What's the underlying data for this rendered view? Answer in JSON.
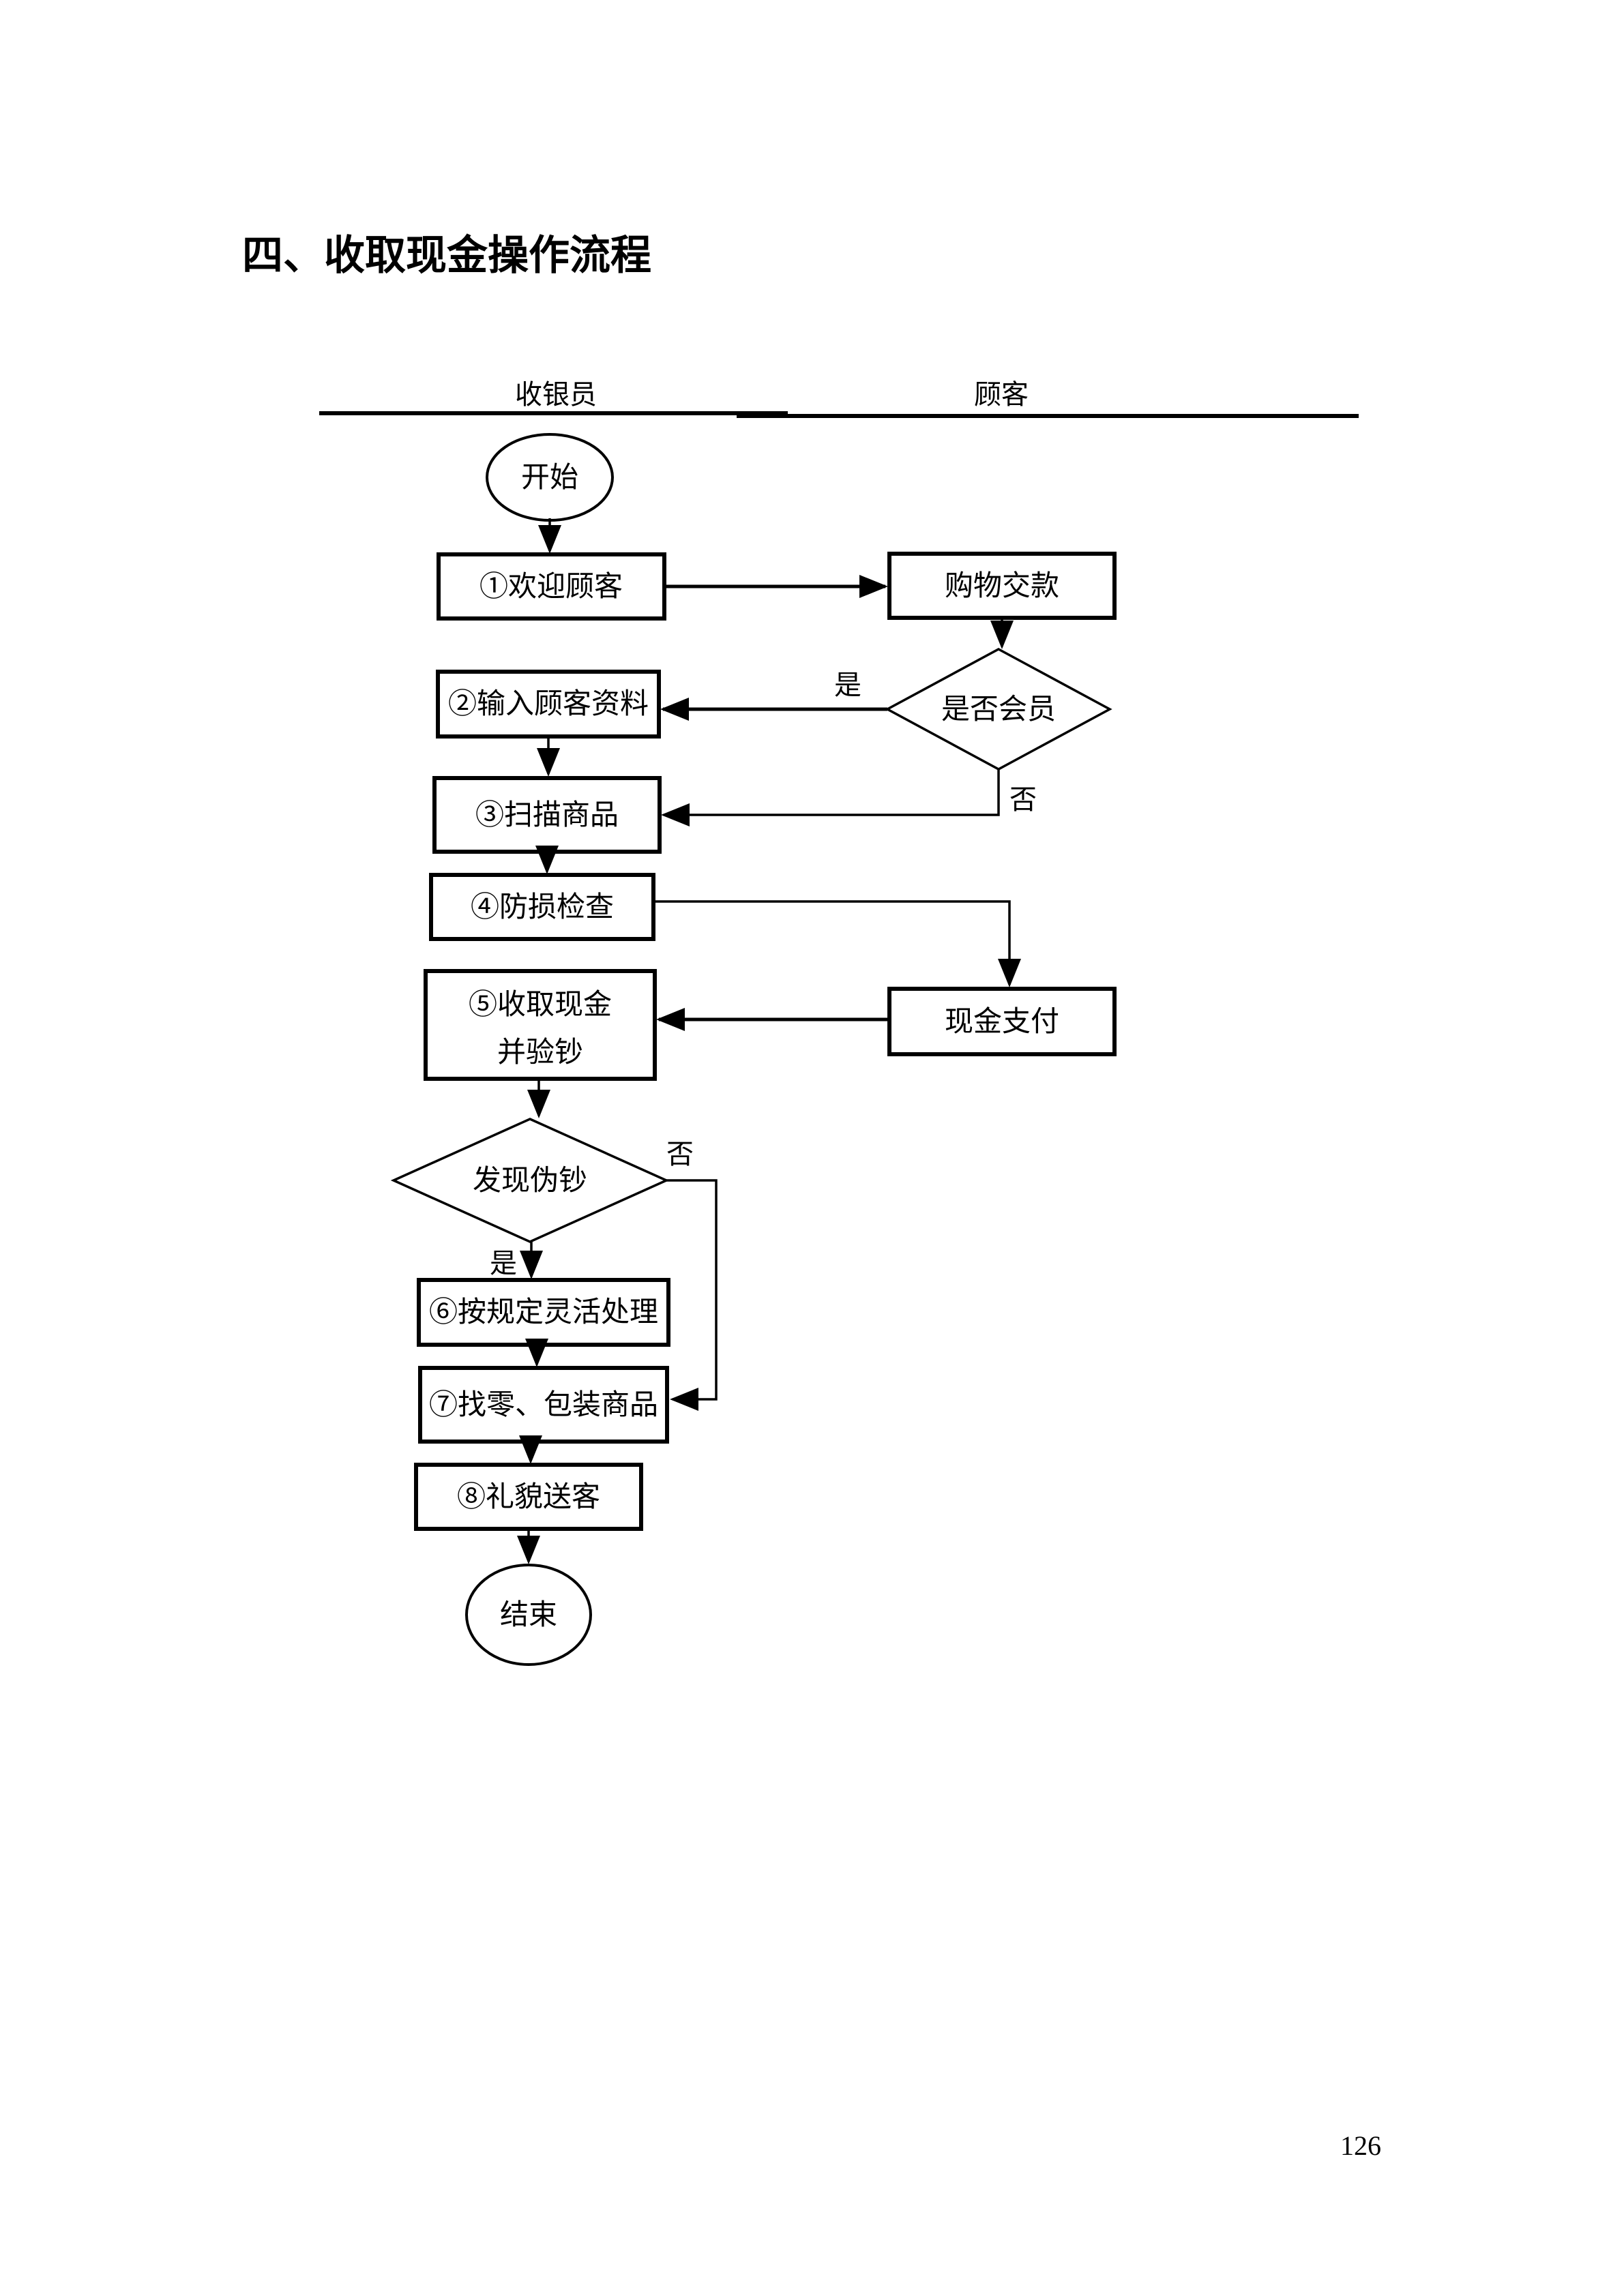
{
  "title": "四、收取现金操作流程",
  "columns": {
    "cashier": "收银员",
    "customer": "顾客"
  },
  "nodes": {
    "start": "开始",
    "welcome": "①欢迎顾客",
    "shopping_pay": "购物交款",
    "member_check": "是否会员",
    "input_info": "②输入顾客资料",
    "scan_goods": "③扫描商品",
    "loss_check": "④防损检查",
    "cash_pay": "现金支付",
    "collect_cash_line1": "⑤收取现金",
    "collect_cash_line2": "并验钞",
    "fake_check": "发现伪钞",
    "flexible_handle": "⑥按规定灵活处理",
    "change_pack": "⑦找零、包装商品",
    "polite_send": "⑧礼貌送客",
    "end": "结束"
  },
  "edge_labels": {
    "member_yes": "是",
    "member_no": "否",
    "fake_yes": "是",
    "fake_no": "否"
  },
  "page_number": "126",
  "colors": {
    "ink": "#000000",
    "paper": "#ffffff"
  }
}
